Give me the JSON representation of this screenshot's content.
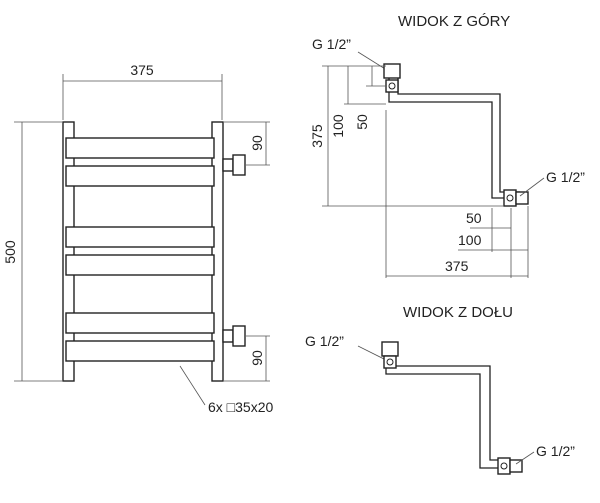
{
  "front_view": {
    "width": "375",
    "height": "500",
    "spacing_top": "90",
    "spacing_bottom": "90",
    "bars_note": "6x □35x20"
  },
  "top_view": {
    "title": "WIDOK Z GÓRY",
    "conn_top": "G 1/2”",
    "conn_right": "G 1/2”",
    "v_375": "375",
    "v_100": "100",
    "v_50": "50",
    "h_50": "50",
    "h_100": "100",
    "h_375": "375"
  },
  "bottom_view": {
    "title": "WIDOK Z DOŁU",
    "conn_left": "G 1/2”",
    "conn_right": "G 1/2”"
  }
}
